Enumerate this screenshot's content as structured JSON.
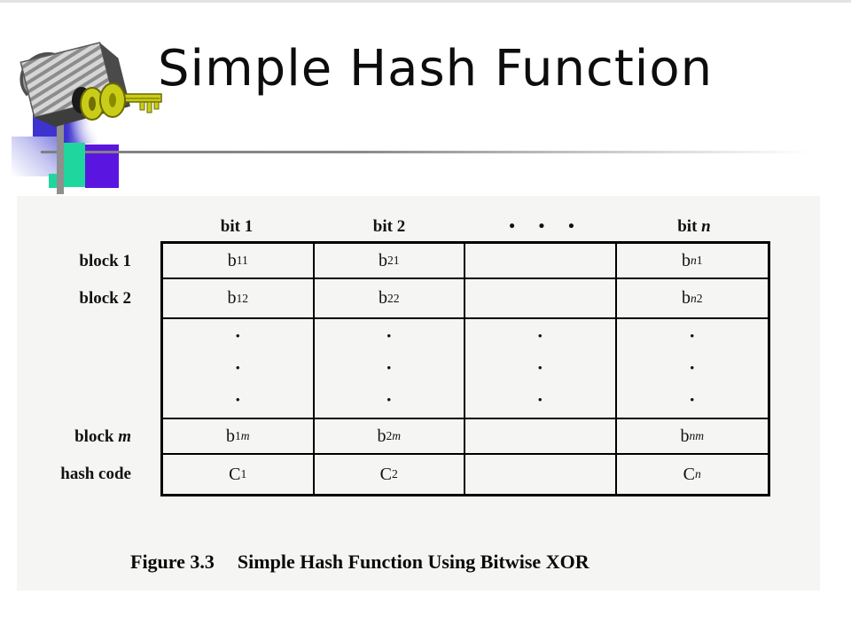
{
  "slide": {
    "title": "Simple Hash Function"
  },
  "icons": {
    "padlock": "padlock-icon",
    "keys": "keys-icon"
  },
  "colors": {
    "accent_blue": "#3e33cf",
    "accent_lavender": "#8d8de2",
    "accent_teal": "#1fd79e",
    "accent_purple": "#5a16e0",
    "divider_gray": "#8a8a8a",
    "panel_bg": "#f5f5f4",
    "key_gold": "#c9cd17"
  },
  "figure": {
    "caption": {
      "number": "Figure 3.3",
      "text": "Simple Hash Function Using Bitwise XOR"
    },
    "col_headers": [
      [
        {
          "t": "bit 1"
        }
      ],
      [
        {
          "t": "bit 2"
        }
      ],
      [
        {
          "t": "• • •",
          "wide": true
        }
      ],
      [
        {
          "t": "bit "
        },
        {
          "t": "n",
          "i": true
        }
      ]
    ],
    "row_labels": [
      [
        {
          "t": "block 1"
        }
      ],
      [
        {
          "t": "block 2"
        }
      ],
      [
        {
          "t": "block "
        },
        {
          "t": "m",
          "i": true
        }
      ],
      [
        {
          "t": "hash code"
        }
      ]
    ],
    "cells": [
      [
        [
          {
            "t": "b"
          },
          {
            "t": "11",
            "sub": true
          }
        ],
        [
          {
            "t": "b"
          },
          {
            "t": "21",
            "sub": true
          }
        ],
        null,
        [
          {
            "t": "b"
          },
          {
            "t": "n",
            "sub": true,
            "i": true
          },
          {
            "t": "1",
            "sub": true
          }
        ]
      ],
      [
        [
          {
            "t": "b"
          },
          {
            "t": "12",
            "sub": true
          }
        ],
        [
          {
            "t": "b"
          },
          {
            "t": "22",
            "sub": true
          }
        ],
        null,
        [
          {
            "t": "b"
          },
          {
            "t": "n",
            "sub": true,
            "i": true
          },
          {
            "t": "2",
            "sub": true
          }
        ]
      ],
      [
        "dots",
        "dots",
        "dots",
        "dots"
      ],
      [
        [
          {
            "t": "b"
          },
          {
            "t": "1",
            "sub": true
          },
          {
            "t": "m",
            "sub": true,
            "i": true
          }
        ],
        [
          {
            "t": "b"
          },
          {
            "t": "2",
            "sub": true
          },
          {
            "t": "m",
            "sub": true,
            "i": true
          }
        ],
        null,
        [
          {
            "t": "b"
          },
          {
            "t": "nm",
            "sub": true,
            "i": true
          }
        ]
      ],
      [
        [
          {
            "t": "C"
          },
          {
            "t": "1",
            "sub": true
          }
        ],
        [
          {
            "t": "C"
          },
          {
            "t": "2",
            "sub": true
          }
        ],
        null,
        [
          {
            "t": "C"
          },
          {
            "t": "n",
            "sub": true,
            "i": true
          }
        ]
      ]
    ]
  },
  "chart_data": {
    "type": "table",
    "title": "Figure 3.3 Simple Hash Function Using Bitwise XOR",
    "columns": [
      "",
      "bit 1",
      "bit 2",
      "···",
      "bit n"
    ],
    "rows": [
      [
        "block 1",
        "b11",
        "b21",
        "",
        "bn1"
      ],
      [
        "block 2",
        "b12",
        "b22",
        "",
        "bn2"
      ],
      [
        "···",
        "···",
        "···",
        "···",
        "···"
      ],
      [
        "block m",
        "b1m",
        "b2m",
        "",
        "bnm"
      ],
      [
        "hash code",
        "C1",
        "C2",
        "",
        "Cn"
      ]
    ]
  }
}
